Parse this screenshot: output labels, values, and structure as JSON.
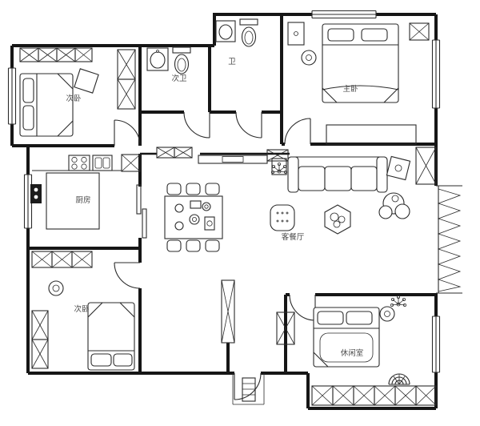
{
  "page": {
    "background": "#ffffff"
  },
  "colors": {
    "wall": "#161616",
    "line": "#2b2b2b",
    "label": "#4a4a4a"
  },
  "rooms": {
    "bedroom_top_left": {
      "label": "次卧"
    },
    "bath_secondary": {
      "label": "次卫"
    },
    "bath_main": {
      "label": "卫"
    },
    "bedroom_master": {
      "label": "主卧"
    },
    "kitchen": {
      "label": "厨房"
    },
    "bedroom_bottom_left": {
      "label": "次卧"
    },
    "living_dining": {
      "label": "客餐厅"
    },
    "leisure_room": {
      "label": "休闲室"
    }
  },
  "icons": {
    "furniture": [
      "bed",
      "pillow",
      "wardrobe-x-box",
      "toilet",
      "washbasin",
      "stove",
      "kitchen-sink",
      "dining-table",
      "dining-chair",
      "sofa",
      "coffee-table-hexagon",
      "pouf",
      "plant",
      "armchair-flower",
      "daybed",
      "door-arc",
      "window",
      "entry-steps",
      "sliding-door",
      "bay-window-zigzag"
    ]
  }
}
